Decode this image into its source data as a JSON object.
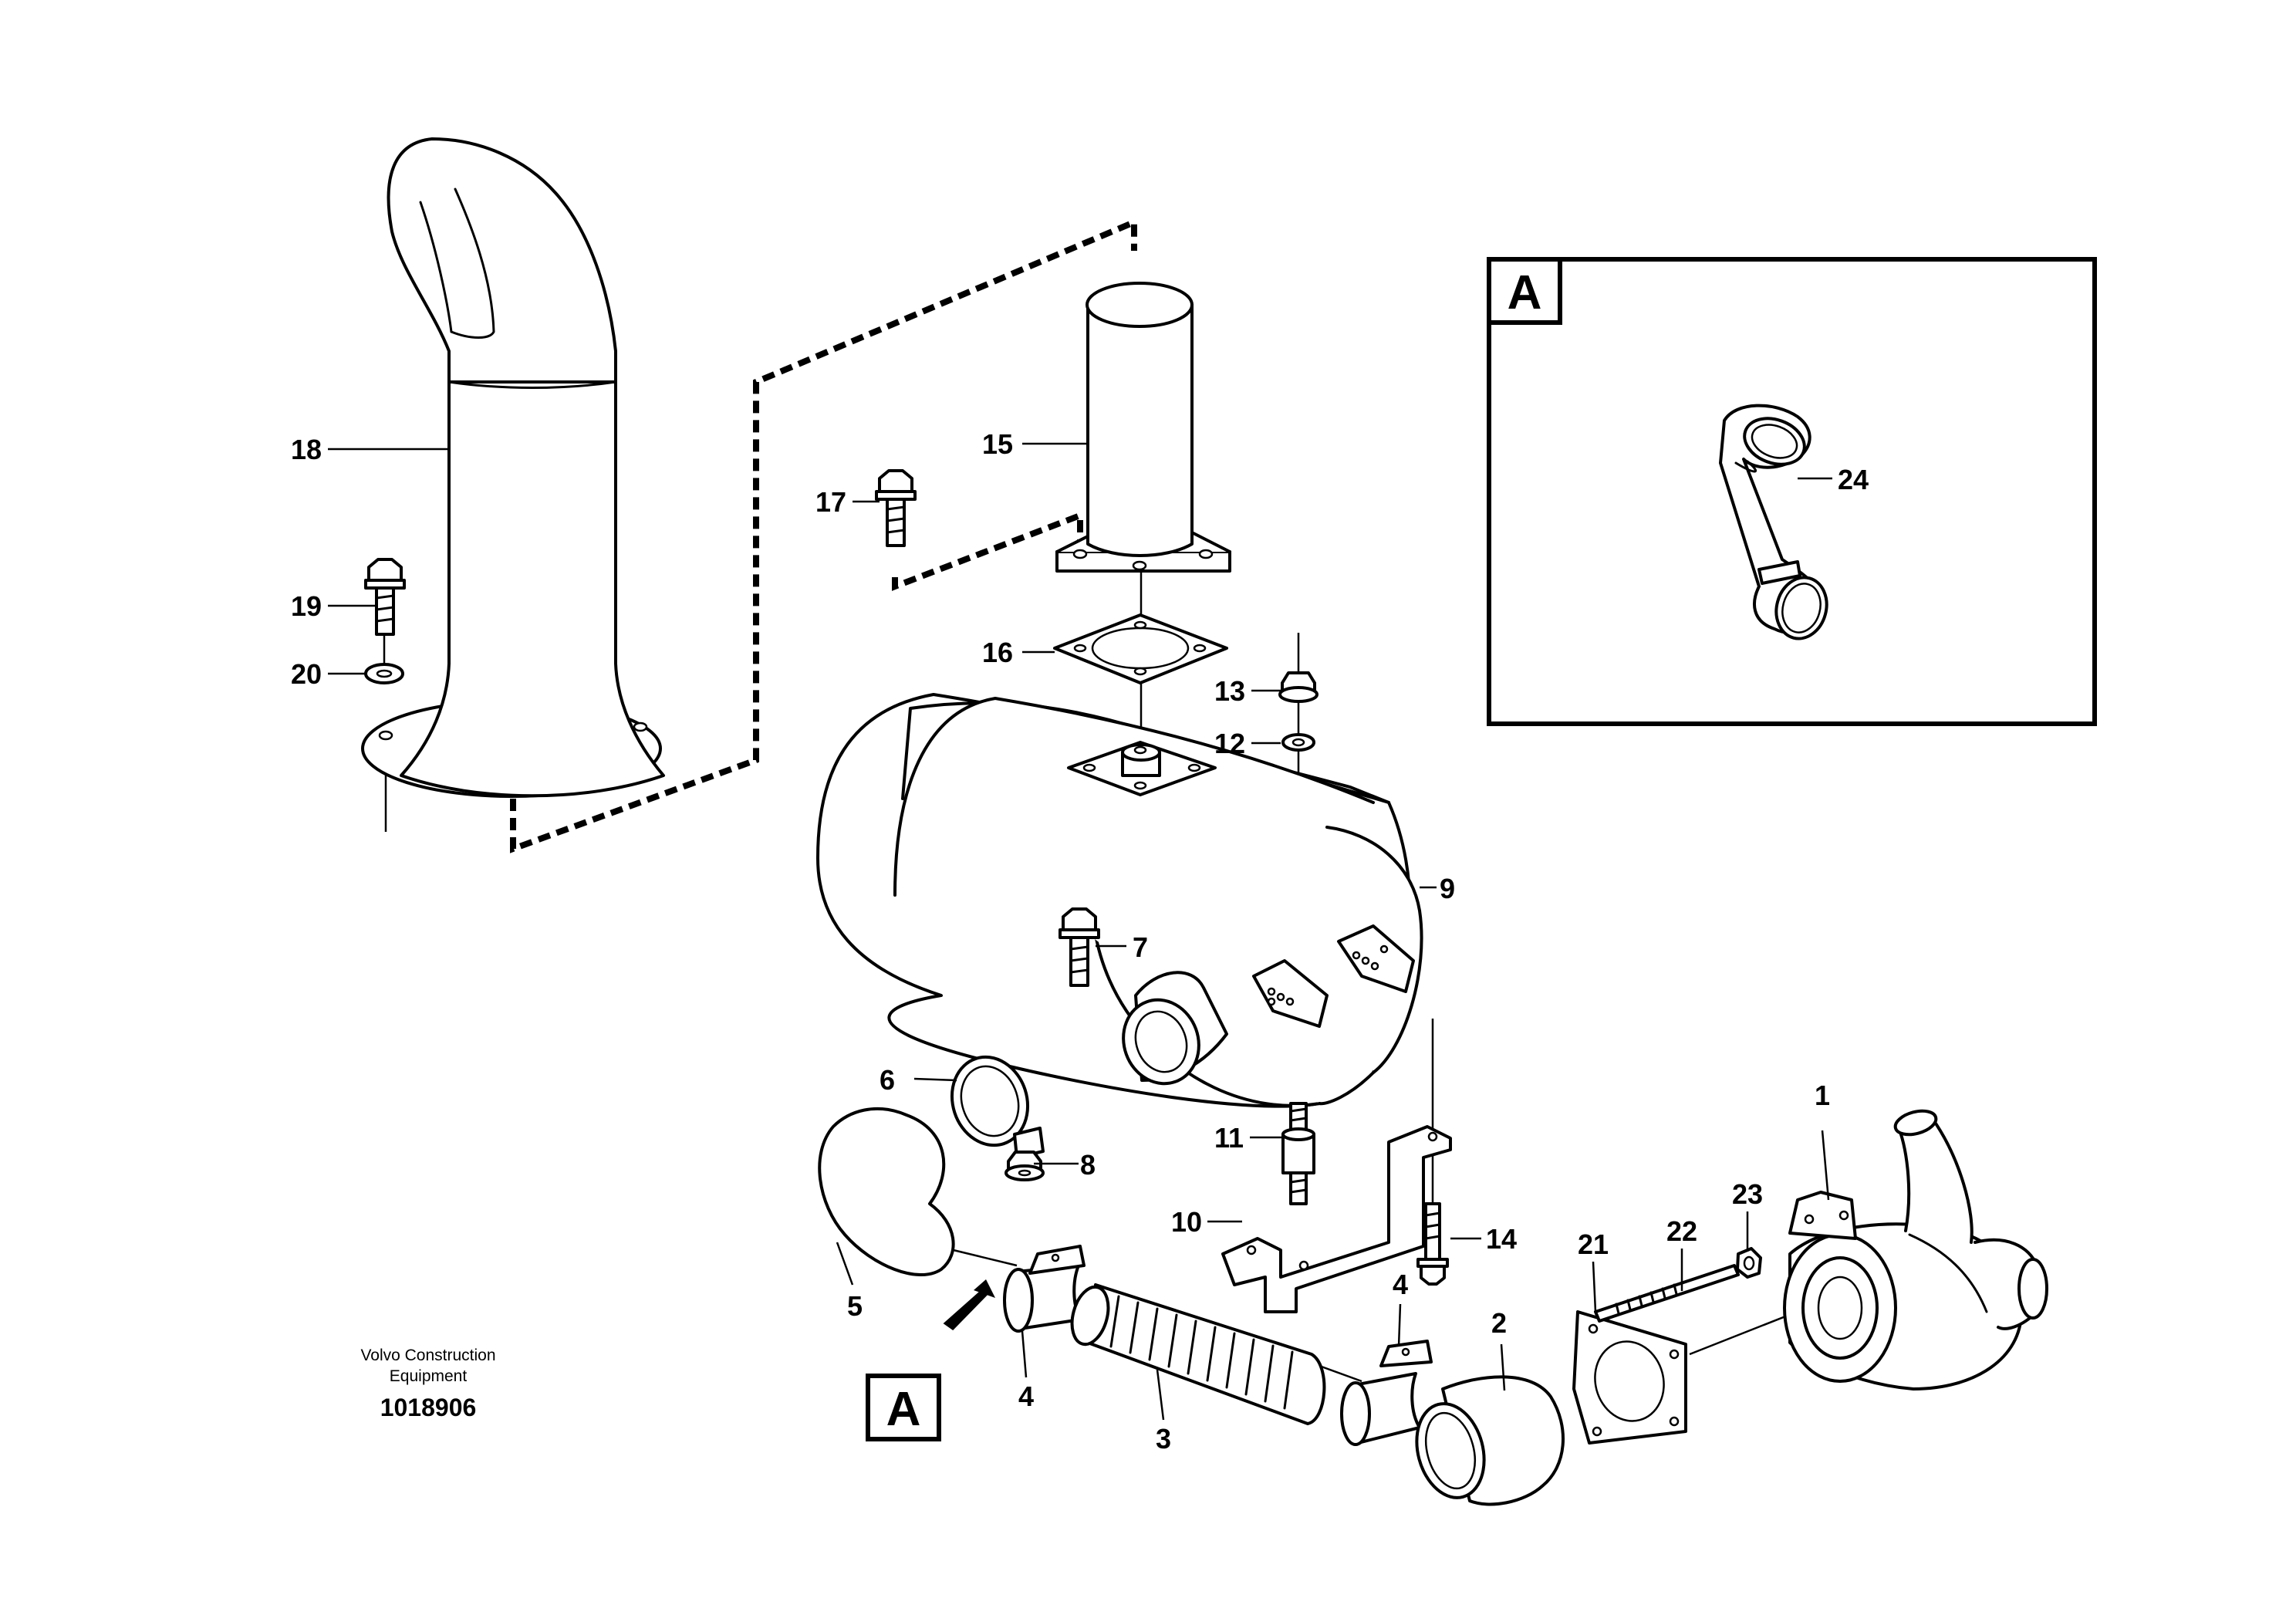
{
  "drawing": {
    "title": "",
    "manufacturer": "Volvo Construction Equipment",
    "manufacturer_line1": "Volvo Construction",
    "manufacturer_line2": "Equipment",
    "drawing_number": "1018906"
  },
  "detail_view": {
    "label": "A",
    "reference_label": "A"
  },
  "callouts": {
    "c1": "1",
    "c2": "2",
    "c3": "3",
    "c4a": "4",
    "c4b": "4",
    "c5": "5",
    "c6": "6",
    "c7": "7",
    "c8": "8",
    "c9": "9",
    "c10": "10",
    "c11": "11",
    "c12": "12",
    "c13": "13",
    "c14": "14",
    "c15": "15",
    "c16": "16",
    "c17": "17",
    "c18": "18",
    "c19": "19",
    "c20": "20",
    "c21": "21",
    "c22": "22",
    "c23": "23",
    "c24": "24"
  }
}
